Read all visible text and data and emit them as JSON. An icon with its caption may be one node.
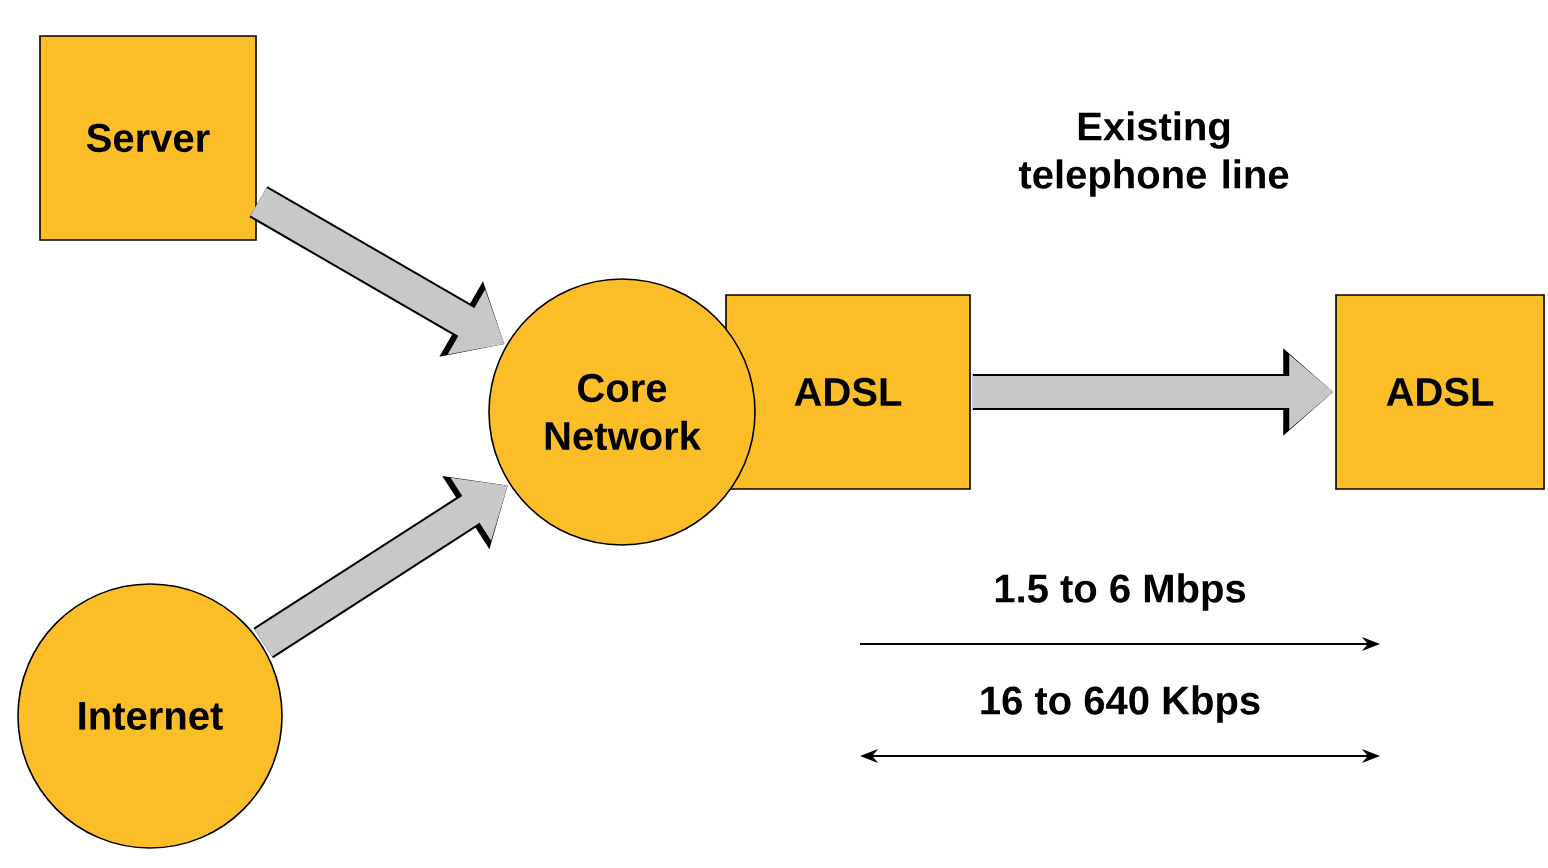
{
  "diagram": {
    "nodes": [
      {
        "text": [
          "Server"
        ]
      },
      {
        "text": [
          "Core Network"
        ]
      },
      {
        "text": [
          "ADSL"
        ]
      },
      {
        "text": [
          "ADSL"
        ]
      },
      {
        "text": [
          "Internet"
        ]
      }
    ],
    "edges": [
      {
        "from": 0,
        "to": 1,
        "arrow": "to"
      },
      {
        "from": 4,
        "to": 1,
        "arrow": "to"
      },
      {
        "from": 2,
        "to": 3,
        "arrow": "to",
        "label": "Existing telephone line"
      }
    ],
    "labels": [
      "1.5 to 6 Mbps",
      "16 to 640 Kbps"
    ]
  }
}
